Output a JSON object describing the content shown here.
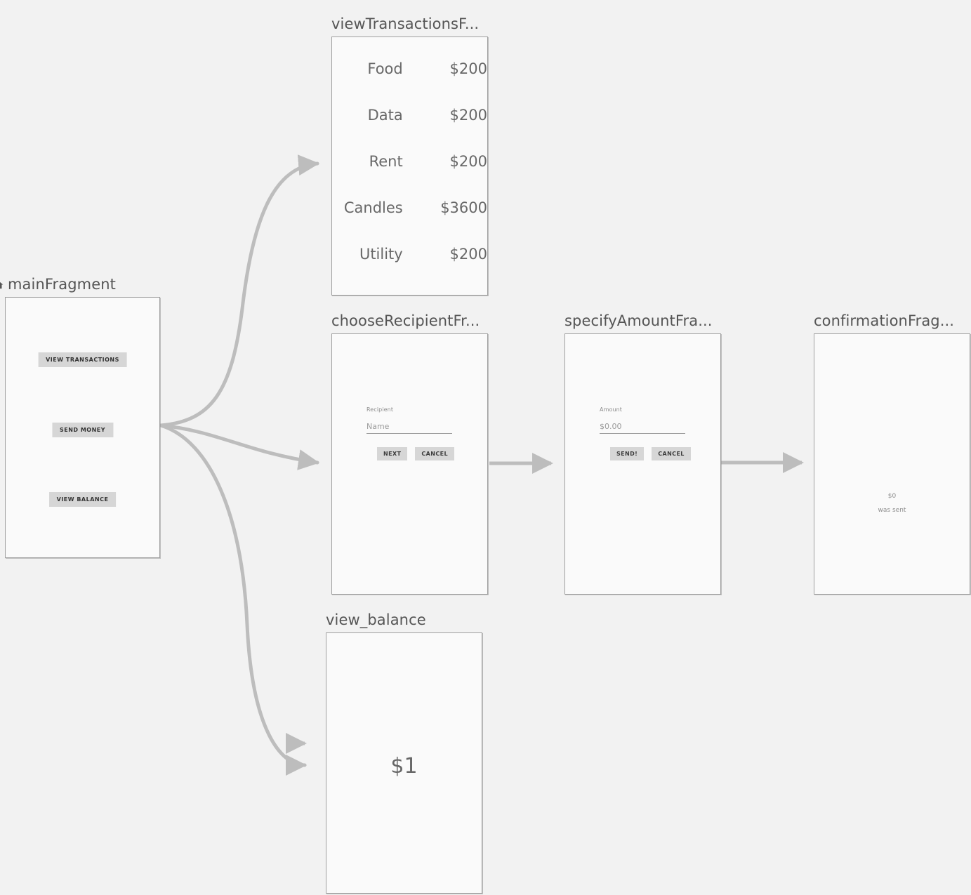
{
  "canvas": {
    "background": "#f2f2f2",
    "frame_fill": "#fafafa",
    "frame_border": "#a0a0a0",
    "edge_color": "#bdbdbd",
    "title_color": "#555555"
  },
  "nodes": {
    "main_fragment": {
      "title": "mainFragment",
      "icon": "home-icon",
      "is_start_destination": true,
      "buttons": [
        {
          "label": "VIEW TRANSACTIONS"
        },
        {
          "label": "SEND MONEY"
        },
        {
          "label": "VIEW BALANCE"
        }
      ]
    },
    "view_transactions": {
      "title": "viewTransactionsF...",
      "transactions": [
        {
          "category": "Food",
          "amount": "$200"
        },
        {
          "category": "Data",
          "amount": "$200"
        },
        {
          "category": "Rent",
          "amount": "$200"
        },
        {
          "category": "Candles",
          "amount": "$3600"
        },
        {
          "category": "Utility",
          "amount": "$200"
        }
      ]
    },
    "choose_recipient": {
      "title": "chooseRecipientFr...",
      "field_label": "Recipient",
      "field_value": "Name",
      "primary_button": "NEXT",
      "secondary_button": "CANCEL"
    },
    "specify_amount": {
      "title": "specifyAmountFra...",
      "field_label": "Amount",
      "field_value": "$0.00",
      "primary_button": "SEND!",
      "secondary_button": "CANCEL"
    },
    "confirmation": {
      "title": "confirmationFrag...",
      "amount": "$0",
      "message": "was sent"
    },
    "view_balance": {
      "title": "view_balance",
      "balance": "$1"
    }
  },
  "edges": [
    {
      "from": "main_fragment",
      "to": "view_transactions",
      "type": "curve"
    },
    {
      "from": "main_fragment",
      "to": "choose_recipient",
      "type": "curve"
    },
    {
      "from": "main_fragment",
      "to": "view_balance",
      "type": "curve"
    },
    {
      "from": "choose_recipient",
      "to": "specify_amount",
      "type": "straight"
    },
    {
      "from": "specify_amount",
      "to": "confirmation",
      "type": "straight"
    },
    {
      "from": "global",
      "to": "view_balance",
      "type": "global-action-stub"
    }
  ]
}
